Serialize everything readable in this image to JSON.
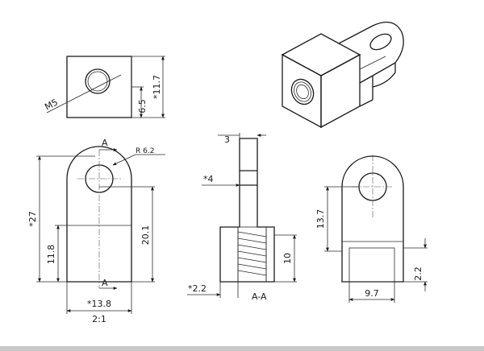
{
  "top_view": {
    "thread": "M5",
    "dim_6_5": "6.5",
    "dim_11_7": "*11.7"
  },
  "front_view": {
    "section_a_top": "A",
    "section_a_bottom": "A",
    "radius": "R 6.2",
    "dim_27": "*27",
    "dim_11_8": "11.8",
    "dim_20_1": "20.1",
    "dim_13_8": "*13.8",
    "scale": "2:1"
  },
  "section_view": {
    "dim_3": "3",
    "dim_4": "*4",
    "dim_10": "10",
    "dim_2_2": "*2.2",
    "label": "A-A"
  },
  "side_view": {
    "dim_13_7": "13.7",
    "dim_2_2": "2.2",
    "dim_9_7": "9.7"
  }
}
